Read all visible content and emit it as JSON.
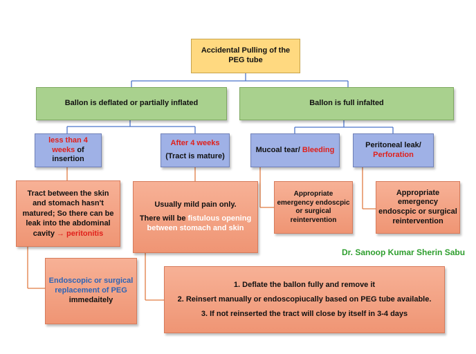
{
  "colors": {
    "yellow": "#ffd980",
    "green": "#a9d18e",
    "blue": "#9fb1e6",
    "salmon": "#ef9574",
    "red_text": "#e0201b",
    "blue_text": "#2e64b5",
    "credit_green": "#2e9e2e"
  },
  "root": {
    "line1": "Accidental Pulling of the",
    "line2": "PEG tube"
  },
  "left_branch": {
    "label": "Ballon is deflated or partially inflated"
  },
  "right_branch": {
    "label": "Ballon is full infalted"
  },
  "under4": {
    "red": "less than 4",
    "red2": "weeks",
    "black": " of",
    "line3": "insertion"
  },
  "after4": {
    "red": "After 4 weeks",
    "black": "(Tract is mature)"
  },
  "mucosal": {
    "black": "Mucoal tear/ ",
    "red": "Bleeding"
  },
  "peritoneal": {
    "black": "Peritoneal leak/",
    "red": "Perforation"
  },
  "tract_not_matured": {
    "l1": "Tract between the skin",
    "l2": "and stomach hasn't",
    "l3": "matured; So there can be",
    "l4": "leak into the abdominal",
    "l5_black": "cavity ",
    "l5_red": "→ peritonitis"
  },
  "mild_pain": {
    "l1": "Usually mild pain  only.",
    "l2_black": "There will be  ",
    "l2_white": "fistulous opening",
    "l3_white": "between stomach and skin"
  },
  "mucosal_action": {
    "l1": "Appropriate",
    "l2": "emergency endoscpic",
    "l3": "or surgical",
    "l4": "reintervention"
  },
  "peritoneal_action": {
    "l1": "Appropriate",
    "l2": "emergency",
    "l3": "endoscpic or surgical",
    "l4": "reintervention"
  },
  "replacement": {
    "l1": "Endoscopic or surgical",
    "l2": "replacement of PEG",
    "l3": "immedaitely"
  },
  "steps": [
    "1. Deflate the ballon fully and remove it",
    "2. Reinsert manually or endoscopiucally based on PEG tube available.",
    "3. If not reinserted the tract will close by itself in 3-4 days"
  ],
  "credit": "Dr. Sanoop Kumar Sherin Sabu"
}
